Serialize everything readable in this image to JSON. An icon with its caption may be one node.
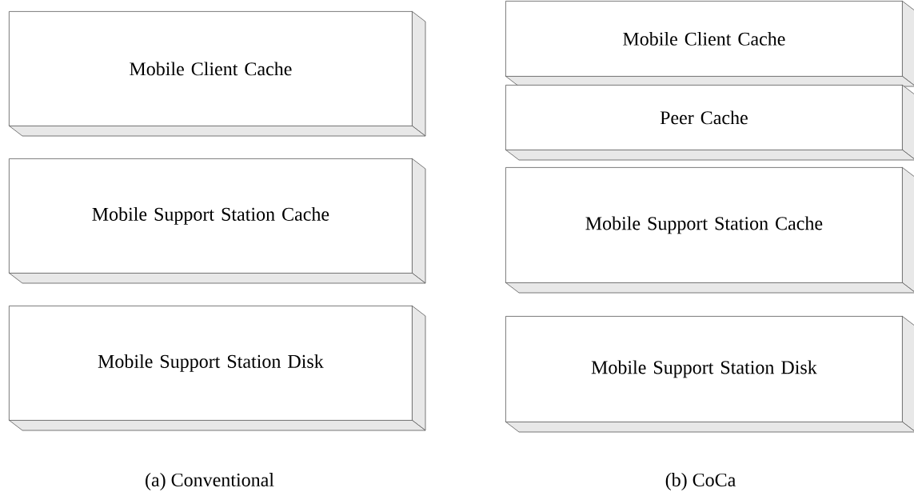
{
  "diagram": {
    "nodes": [
      {
        "text": [
          "Mobile Client Cache"
        ]
      },
      {
        "text": [
          "Mobile Support Station Cache"
        ]
      },
      {
        "text": [
          "Mobile Support Station Disk"
        ]
      },
      {
        "text": [
          "Mobile Client Cache"
        ]
      },
      {
        "text": [
          "Peer Cache"
        ]
      },
      {
        "text": [
          "Mobile Support Station Cache"
        ]
      },
      {
        "text": [
          "Mobile Support Station Disk"
        ]
      }
    ],
    "labels": [
      "(a) Conventional",
      "(b) CoCa"
    ]
  }
}
